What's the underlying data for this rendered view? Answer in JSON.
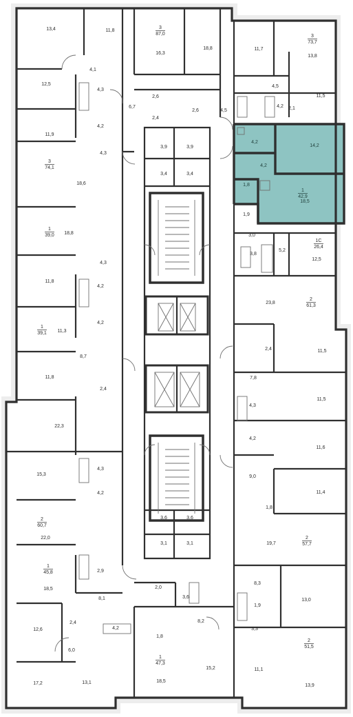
{
  "colors": {
    "wall": "#2f2f2f",
    "thin_line": "#6f6f6f",
    "outer_fill": "#ededed",
    "selected_fill": "#8ec4c2",
    "selected_text": "#1f3e3a"
  },
  "selected_apartment": {
    "rooms": "1",
    "total": "42,9",
    "areas": [
      "14,2",
      "4,2",
      "4,2",
      "1,8",
      "18,5"
    ]
  },
  "left_wing": {
    "areas": [
      "13,4",
      "11,8",
      "12,5",
      "4,1",
      "4,3",
      "4,2",
      "6,7",
      "11,9",
      "4,3",
      "18,6",
      "18,8",
      "4,3",
      "11,8",
      "4,2",
      "4,2",
      "11,3",
      "8,7",
      "11,8",
      "2,4",
      "22,3",
      "15,3",
      "4,3",
      "4,2",
      "22,0",
      "18,5",
      "2,9",
      "8,1",
      "12,6",
      "2,4",
      "6,0",
      "4,2",
      "17,2",
      "13,1"
    ],
    "apartments": [
      {
        "rooms": "3",
        "total": "74,1"
      },
      {
        "rooms": "1",
        "total": "39,0"
      },
      {
        "rooms": "1",
        "total": "39,1"
      },
      {
        "rooms": "2",
        "total": "60,7"
      },
      {
        "rooms": "1",
        "total": "45,8"
      },
      {
        "rooms": "3",
        "total": "87,0"
      }
    ]
  },
  "core": {
    "areas": [
      "16,3",
      "18,8",
      "2,6",
      "2,4",
      "2,6",
      "4,5",
      "3,9",
      "3,9",
      "3,4",
      "3,4",
      "3,6",
      "3,6",
      "3,1",
      "3,1",
      "2,0",
      "3,6",
      "1,8",
      "8,2",
      "18,5",
      "15,2"
    ],
    "apartments": [
      {
        "rooms": "1",
        "total": "47,3"
      }
    ]
  },
  "right_wing": {
    "areas": [
      "11,7",
      "13,8",
      "4,5",
      "11,5",
      "4,2",
      "2,1",
      "1,9",
      "3,0",
      "5,2",
      "3,8",
      "12,5",
      "23,8",
      "2,4",
      "11,5",
      "7,8",
      "4,3",
      "11,5",
      "4,2",
      "11,6",
      "9,0",
      "11,4",
      "1,8",
      "19,7",
      "8,3",
      "13,0",
      "1,9",
      "3,3",
      "11,1",
      "13,9"
    ],
    "apartments": [
      {
        "rooms": "3",
        "total": "73,7"
      },
      {
        "rooms": "1С",
        "total": "26,4"
      },
      {
        "rooms": "2",
        "total": "61,3"
      },
      {
        "rooms": "2",
        "total": "57,7"
      },
      {
        "rooms": "2",
        "total": "51,5"
      }
    ]
  }
}
